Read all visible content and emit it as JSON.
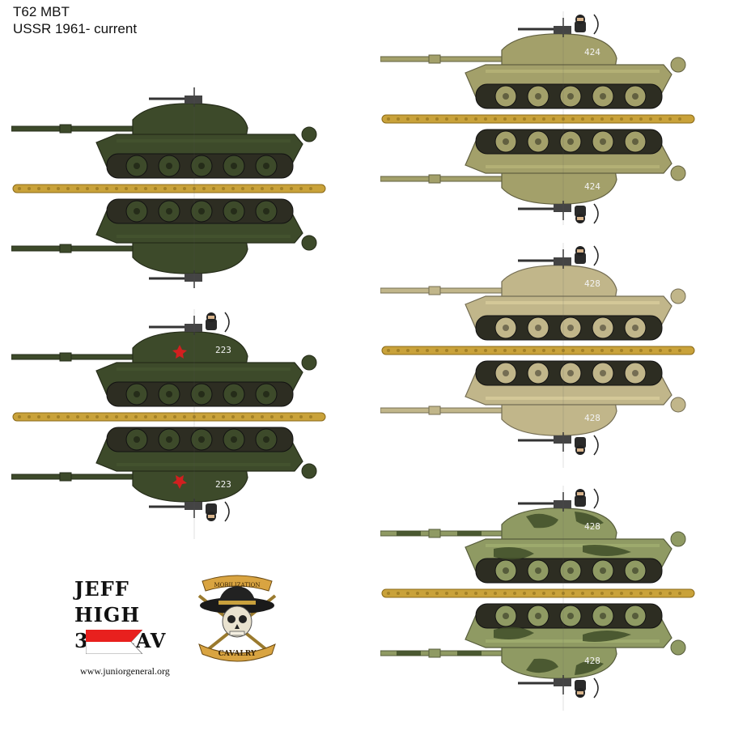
{
  "header": {
    "title": "T62 MBT",
    "subtitle": "USSR  1961- current"
  },
  "tanks": [
    {
      "id": "dark-green-plain",
      "color": "#3d4a2a",
      "number": "",
      "star": false,
      "camo": false
    },
    {
      "id": "dark-green-223",
      "color": "#3d4a2a",
      "number": "223",
      "star": true,
      "camo": false
    },
    {
      "id": "khaki-424",
      "color": "#a3a06a",
      "number": "424",
      "star": false,
      "camo": false
    },
    {
      "id": "sand-428",
      "color": "#c1b68a",
      "number": "428",
      "star": false,
      "camo": false
    },
    {
      "id": "camo-428",
      "color": "#8f9a63",
      "number": "428",
      "star": false,
      "camo": true,
      "camo_color": "#3f4d28"
    }
  ],
  "credit": {
    "line1": "JEFF HIGH",
    "line2": "3-7  CAV",
    "url": "www.juniorgeneral.org",
    "flag_colors": [
      "#e8201e",
      "#ffffff"
    ]
  },
  "badge": {
    "top_text": "MOBILIZATION",
    "bottom_text": "CAVALRY"
  },
  "divider_color": "#c9a23a"
}
